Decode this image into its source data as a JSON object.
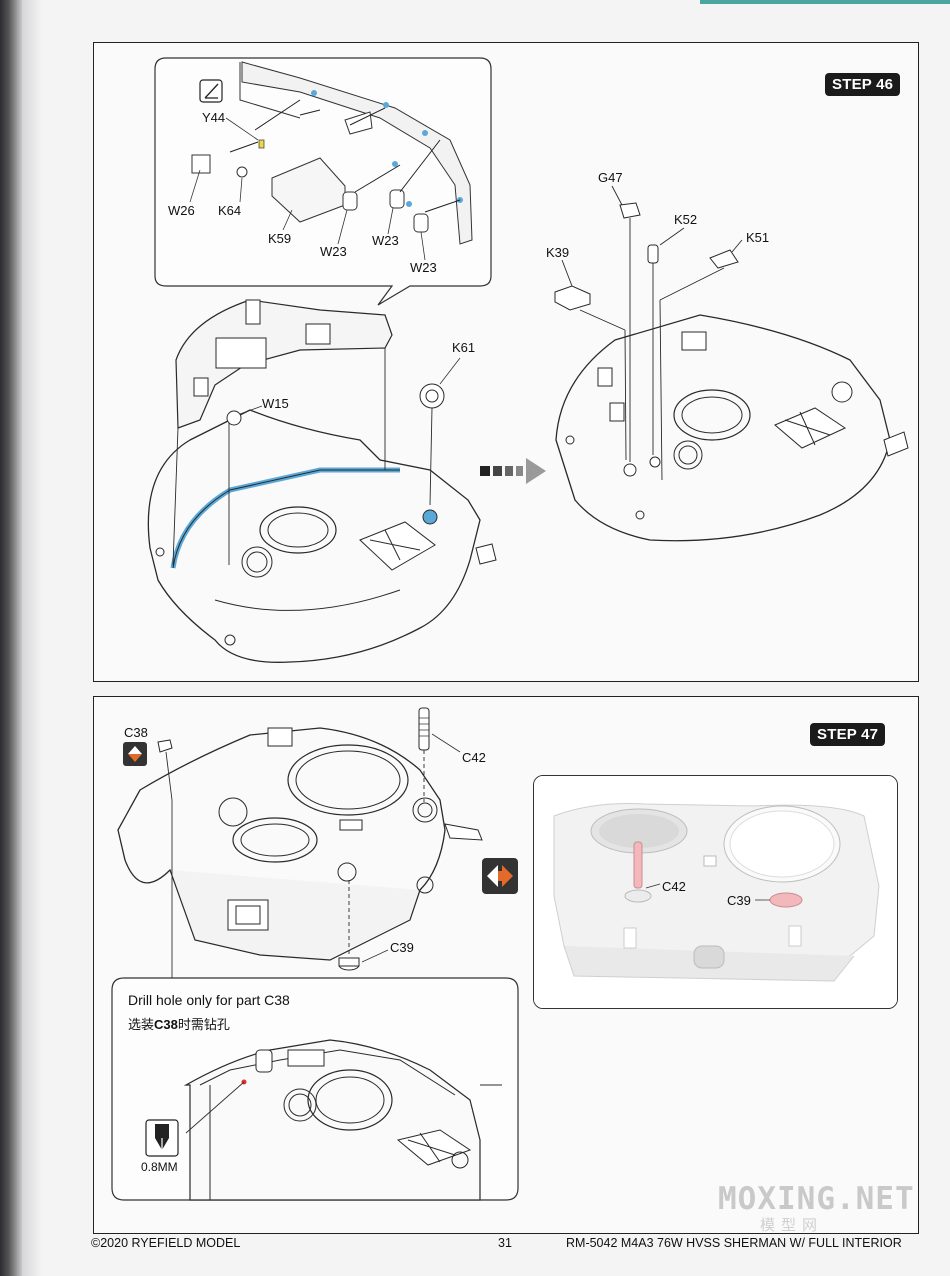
{
  "step46": {
    "badge": "STEP 46",
    "inset_labels": [
      "Y44",
      "W26",
      "K64",
      "K59",
      "W23",
      "W23",
      "W23"
    ],
    "main_labels": {
      "w15": "W15",
      "k61": "K61"
    },
    "result_labels": {
      "g47": "G47",
      "k52": "K52",
      "k51": "K51",
      "k39": "K39"
    }
  },
  "step47": {
    "badge": "STEP 47",
    "labels": {
      "c38": "C38",
      "c42": "C42",
      "c39": "C39"
    },
    "photo_labels": {
      "c42": "C42",
      "c39": "C39"
    },
    "drill": {
      "title": "Drill hole only for part C38",
      "title_cn_prefix": "选装",
      "title_cn_part": "C38",
      "title_cn_suffix": "时需钻孔",
      "drill_size": "0.8MM"
    }
  },
  "footer": {
    "copyright": "©2020 RYEFIELD MODEL",
    "page_number": "31",
    "product": "RM-5042  M4A3 76W HVSS SHERMAN W/ FULL INTERIOR"
  },
  "watermark": {
    "text": "MOXING.NET",
    "sub": "模型网"
  },
  "colors": {
    "accent_blue": "#5aa8d8",
    "part_pink": "#f2b8bc",
    "arrow_orange": "#e46a2c",
    "badge_bg": "#1b1b1b"
  },
  "icons": [
    "optional-part-icon",
    "swap-view-icon",
    "drill-bit-icon",
    "direction-arrow-icon"
  ]
}
